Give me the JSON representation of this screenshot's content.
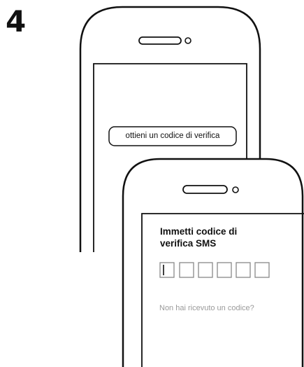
{
  "step": {
    "number": "4"
  },
  "phone_back": {
    "button_label": "ottieni un codice di verifica"
  },
  "phone_front": {
    "title_line1": "Immetti codice di",
    "title_line2": "verifica SMS",
    "code_digits": [
      "",
      "",
      "",
      "",
      "",
      ""
    ],
    "resend_label": "Non hai ricevuto un codice?"
  },
  "colors": {
    "outline": "#111111",
    "muted_text": "#9a9a9a",
    "digit_box": "#888888",
    "background": "#ffffff"
  }
}
